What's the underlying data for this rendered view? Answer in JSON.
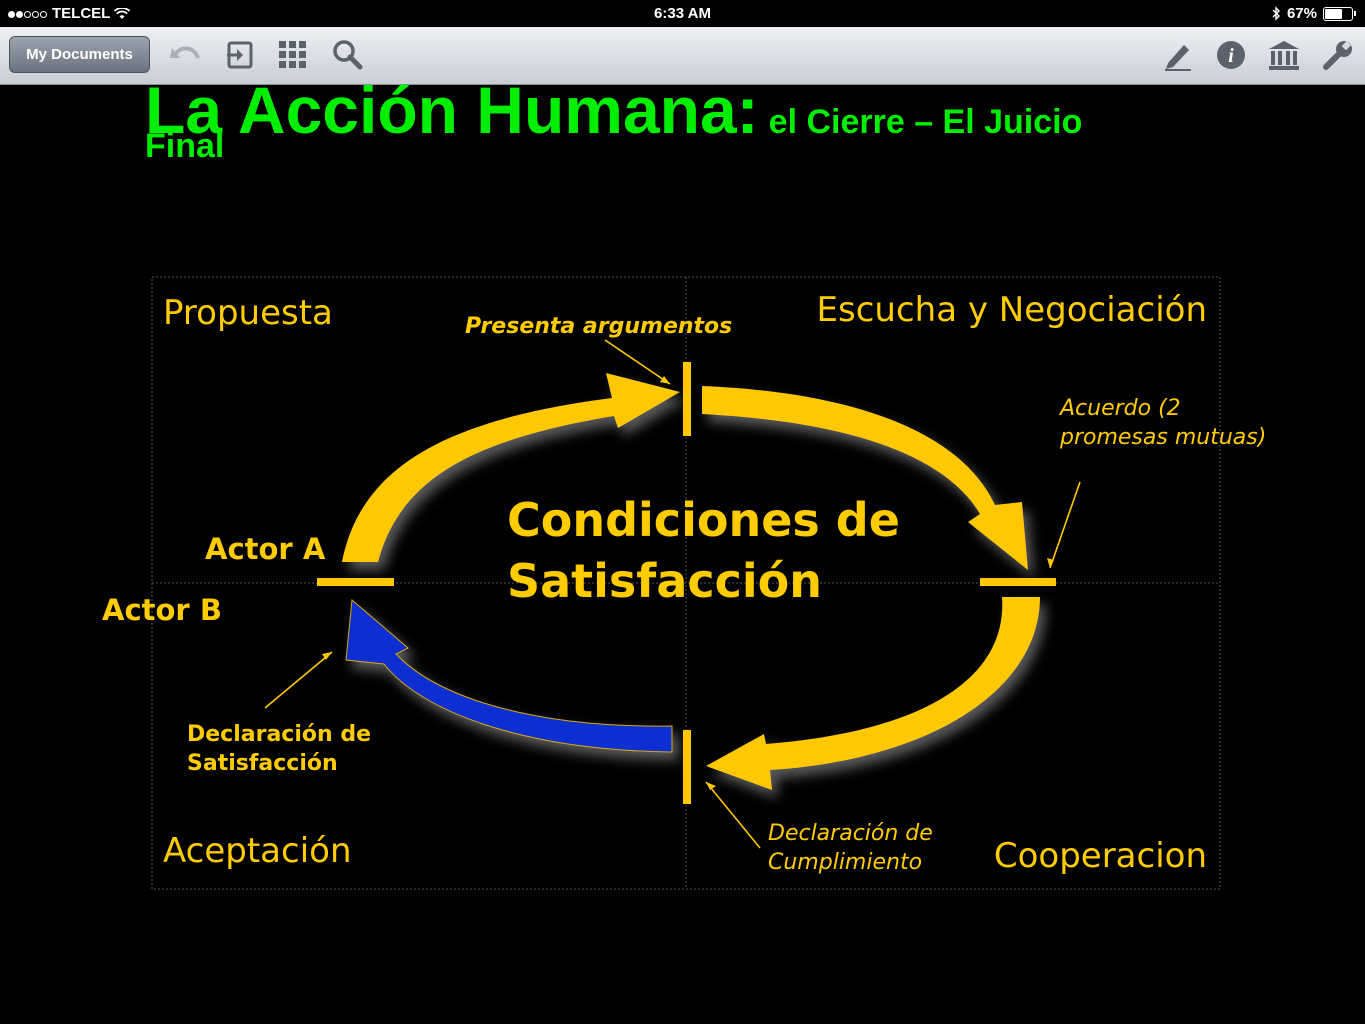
{
  "status_bar": {
    "carrier": "TELCEL",
    "time": "6:33 AM",
    "battery": "67%",
    "signal_bars_filled": 2,
    "signal_bars_total": 5,
    "battery_level": 0.67
  },
  "toolbar": {
    "my_documents_label": "My Documents",
    "icons_left": [
      "undo-icon",
      "export-icon",
      "grid-icon",
      "search-icon"
    ],
    "icons_right": [
      "pen-icon",
      "info-icon",
      "library-icon",
      "wrench-icon"
    ]
  },
  "slide": {
    "title_main": "La Acción Humana:",
    "title_sub": "el Cierre – El Juicio",
    "title_sub_cont": "Final",
    "quadrants": {
      "top_left": "Propuesta",
      "top_right": "Escucha y Negociación",
      "bottom_left": "Aceptación",
      "bottom_right": "Cooperacion"
    },
    "actor_a": "Actor A",
    "actor_b": "Actor B",
    "center_line1": "Condiciones de",
    "center_line2": "Satisfacción",
    "note_presenta": "Presenta argumentos",
    "note_acuerdo_1": "Acuerdo (2",
    "note_acuerdo_2": "promesas mutuas)",
    "note_decl_satis_1": "Declaración de",
    "note_decl_satis_2": "Satisfacción",
    "note_decl_cumpl_1": "Declaración de",
    "note_decl_cumpl_2": "Cumplimiento",
    "colors": {
      "title": "#00ee00",
      "labels": "#ffcc00",
      "arrow_yellow": "#ffc800",
      "arrow_blue": "#0a2fd0"
    }
  }
}
